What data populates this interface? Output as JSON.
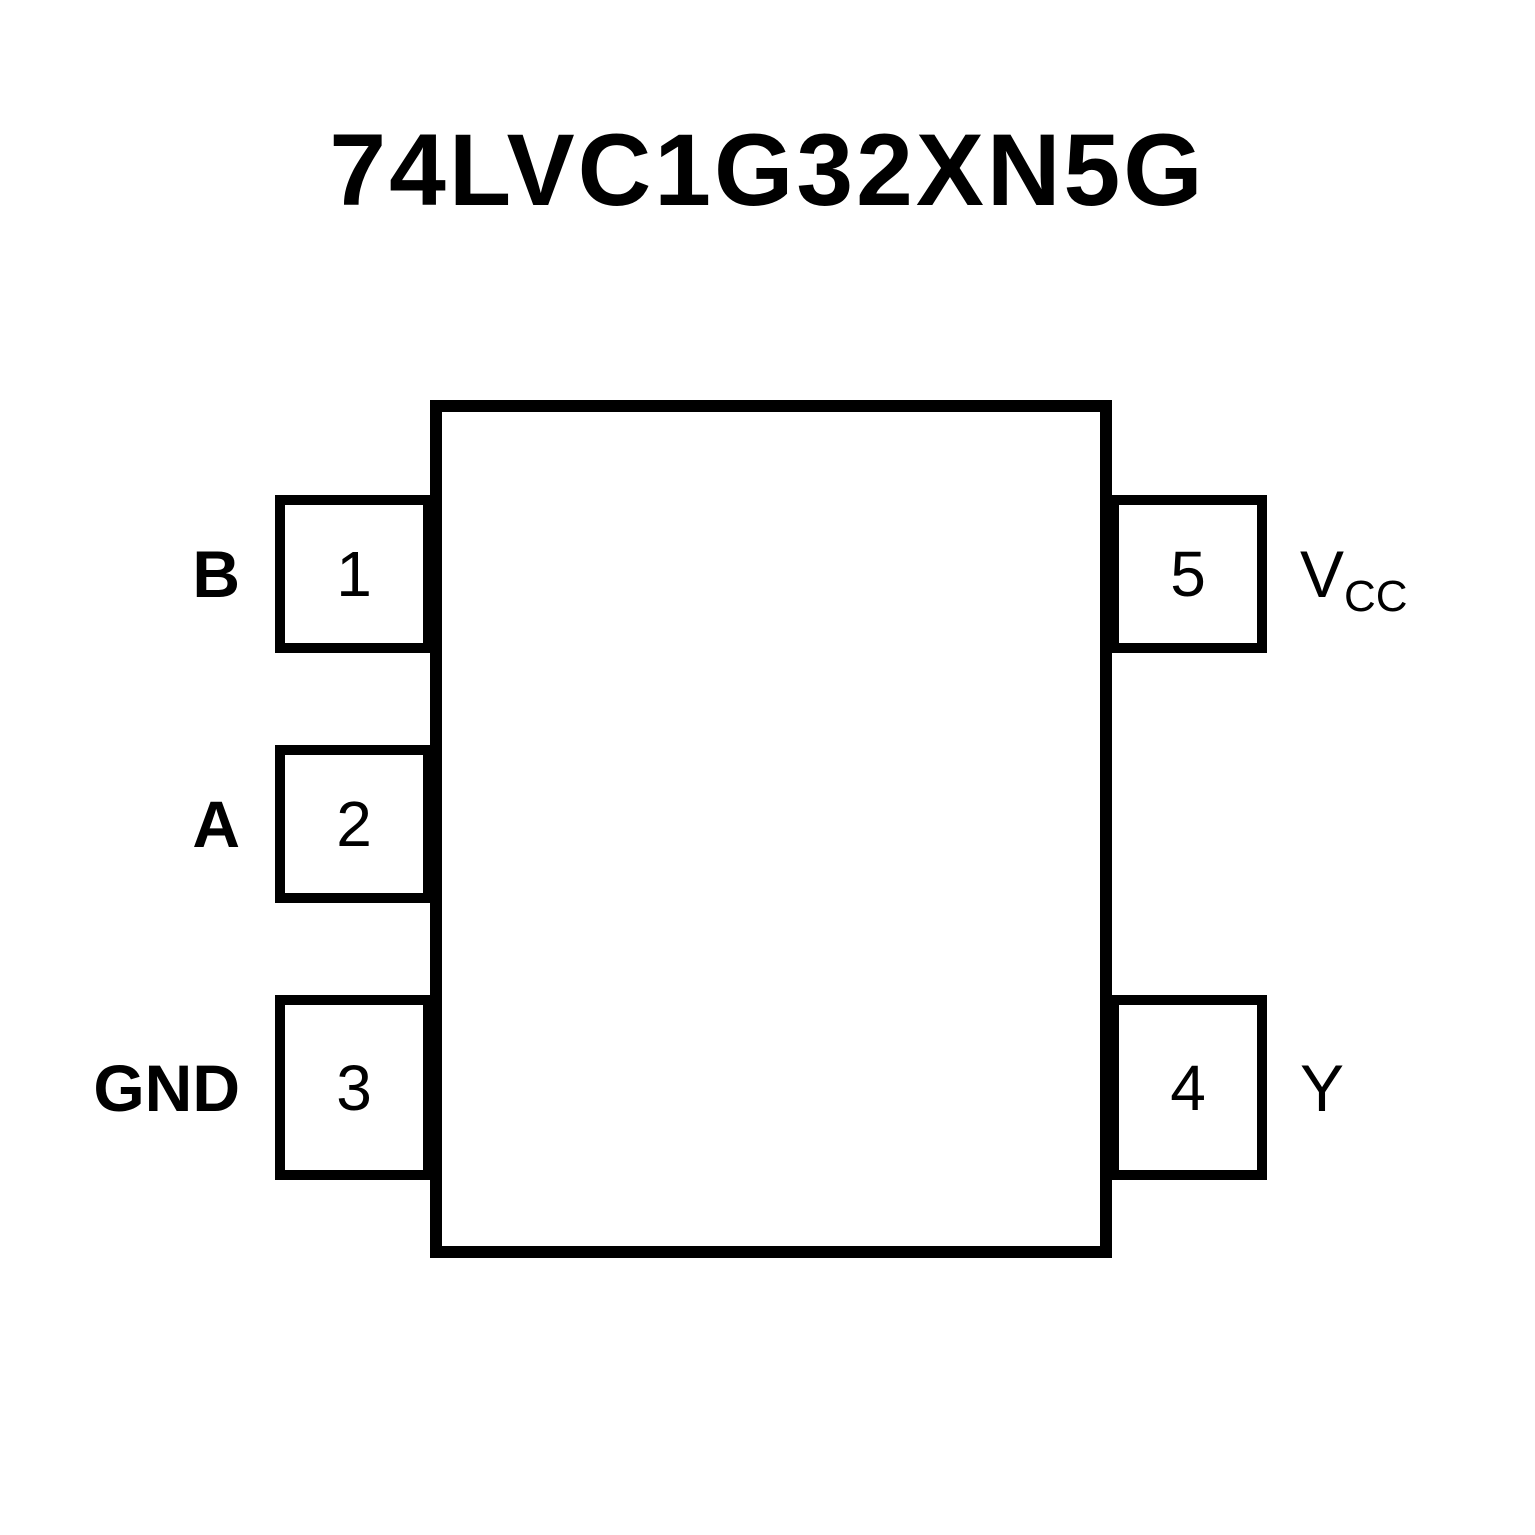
{
  "title": "74LVC1G32XN5G",
  "colors": {
    "line": "#000000",
    "background": "#ffffff"
  },
  "chip": {
    "left_pins": [
      {
        "number": "1",
        "label": "B"
      },
      {
        "number": "2",
        "label": "A"
      },
      {
        "number": "3",
        "label": "GND"
      }
    ],
    "right_pins": [
      {
        "number": "5",
        "label": "V",
        "label_sub": "CC"
      },
      {
        "number": "4",
        "label": "Y"
      }
    ]
  }
}
